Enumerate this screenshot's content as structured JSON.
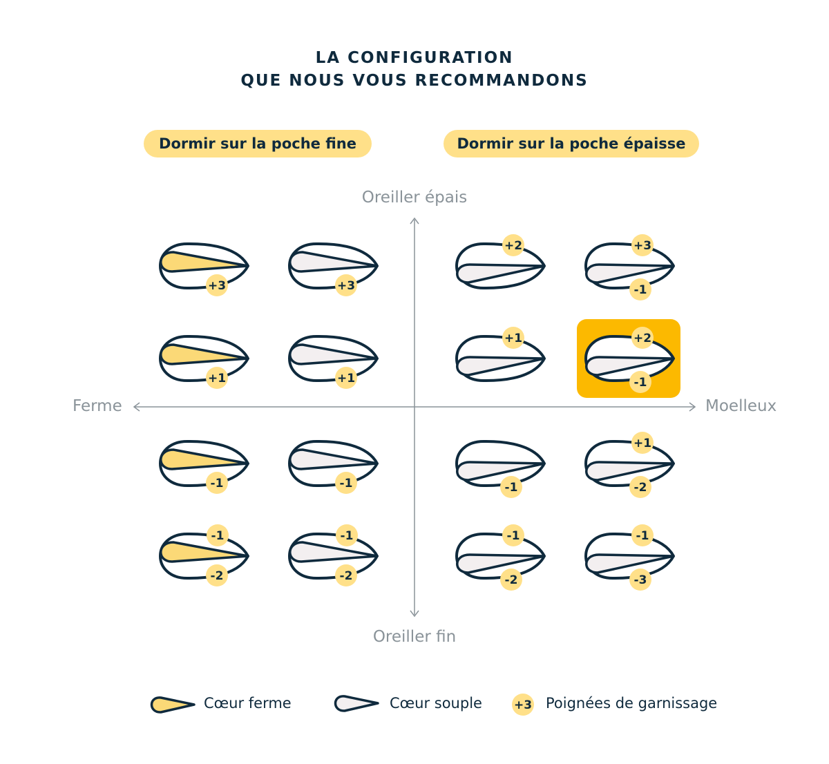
{
  "title": {
    "line1": "LA CONFIGURATION",
    "line2": "QUE NOUS VOUS RECOMMANDONS"
  },
  "columns": {
    "left": "Dormir sur la poche fine",
    "right": "Dormir sur la poche épaisse"
  },
  "axes": {
    "top": "Oreiller épais",
    "bottom": "Oreiller fin",
    "left": "Ferme",
    "right": "Moelleux"
  },
  "colors": {
    "navy": "#0f2a3d",
    "yellow": "#fbd977",
    "badge": "#ffe089",
    "soft": "#f3eff0",
    "highlight": "#fcb900",
    "axis": "#8a9399"
  },
  "pillows": [
    {
      "row": 1,
      "col": 1,
      "core": "ferme",
      "pocket": "fine",
      "top": null,
      "bottom": "+3"
    },
    {
      "row": 1,
      "col": 2,
      "core": "souple",
      "pocket": "fine",
      "top": null,
      "bottom": "+3"
    },
    {
      "row": 1,
      "col": 3,
      "core": "souple",
      "pocket": "epaisse",
      "top": "+2",
      "bottom": null
    },
    {
      "row": 1,
      "col": 4,
      "core": "souple",
      "pocket": "epaisse",
      "top": "+3",
      "bottom": "-1"
    },
    {
      "row": 2,
      "col": 1,
      "core": "ferme",
      "pocket": "fine",
      "top": null,
      "bottom": "+1"
    },
    {
      "row": 2,
      "col": 2,
      "core": "souple",
      "pocket": "fine",
      "top": null,
      "bottom": "+1"
    },
    {
      "row": 2,
      "col": 3,
      "core": "souple",
      "pocket": "epaisse",
      "top": "+1",
      "bottom": null
    },
    {
      "row": 2,
      "col": 4,
      "core": "souple",
      "pocket": "epaisse",
      "top": "+2",
      "bottom": "-1",
      "highlight": true
    },
    {
      "row": 3,
      "col": 1,
      "core": "ferme",
      "pocket": "fine",
      "top": null,
      "bottom": "-1"
    },
    {
      "row": 3,
      "col": 2,
      "core": "souple",
      "pocket": "fine",
      "top": null,
      "bottom": "-1"
    },
    {
      "row": 3,
      "col": 3,
      "core": "souple",
      "pocket": "epaisse",
      "top": null,
      "bottom": "-1"
    },
    {
      "row": 3,
      "col": 4,
      "core": "souple",
      "pocket": "epaisse",
      "top": "+1",
      "bottom": "-2"
    },
    {
      "row": 4,
      "col": 1,
      "core": "ferme",
      "pocket": "fine",
      "top": "-1",
      "bottom": "-2"
    },
    {
      "row": 4,
      "col": 2,
      "core": "souple",
      "pocket": "fine",
      "top": "-1",
      "bottom": "-2"
    },
    {
      "row": 4,
      "col": 3,
      "core": "souple",
      "pocket": "epaisse",
      "top": "-1",
      "bottom": "-2"
    },
    {
      "row": 4,
      "col": 4,
      "core": "souple",
      "pocket": "epaisse",
      "top": "-1",
      "bottom": "-3"
    }
  ],
  "legend": {
    "firm": "Cœur ferme",
    "soft": "Cœur souple",
    "badge_value": "+3",
    "badge": "Poignées de garnissage"
  }
}
